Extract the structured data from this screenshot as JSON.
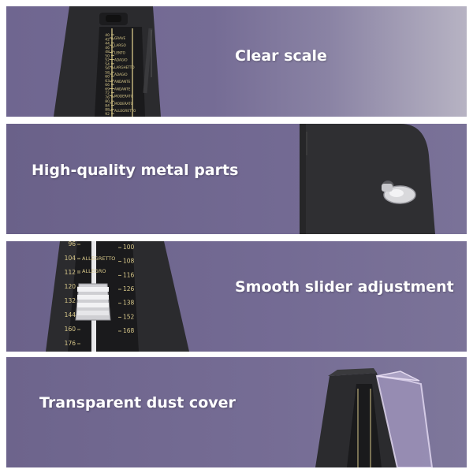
{
  "panels": [
    {
      "caption": "Clear scale"
    },
    {
      "caption": "High-quality metal parts"
    },
    {
      "caption": "Smooth slider adjustment"
    },
    {
      "caption": "Transparent dust cover"
    }
  ],
  "scale": {
    "panel1_left": [
      "40",
      "42",
      "44",
      "46",
      "48",
      "50",
      "52",
      "54",
      "56",
      "58",
      "60",
      "63",
      "66",
      "69",
      "72",
      "76",
      "80",
      "84",
      "88",
      "92"
    ],
    "panel1_terms": [
      "GRAVE",
      "LARGO",
      "LENTO",
      "ADAGIO",
      "LARGHETTO",
      "ADAGIO",
      "ANDANTE",
      "ANDANTE",
      "MODERATO",
      "MODERATO",
      "ALLEGRETTO"
    ],
    "panel3_left": [
      "96",
      "104",
      "112",
      "120",
      "132",
      "144",
      "160",
      "176"
    ],
    "panel3_right": [
      "100",
      "108",
      "116",
      "126",
      "138",
      "152",
      "168"
    ],
    "panel3_terms": [
      "ALLEGRETTO",
      "ALLEGRO"
    ]
  },
  "colors": {
    "panel_purple": "#746b94",
    "metronome_body": "#2b2b2e",
    "scale_gold": "#d8c88a",
    "metal_silver": "#d9d9dc"
  }
}
